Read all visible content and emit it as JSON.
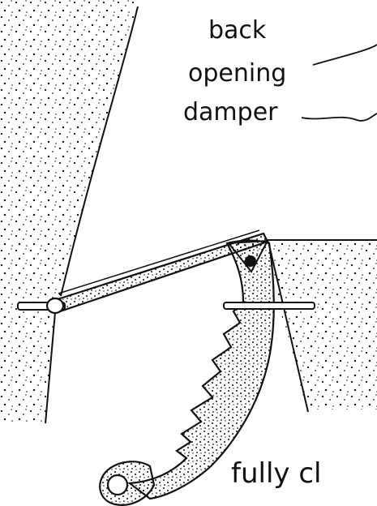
{
  "labels": {
    "title_line1": "back",
    "title_line2": "opening",
    "title_line3": "damper",
    "bottom_right": "fully cl"
  },
  "parts": {
    "left_wall": "left-wall-stipple",
    "right_wall": "right-wall-stipple",
    "damper_plate": "damper-plate",
    "hinge_pin_left": "hinge-pin-left",
    "hinge_pin_right": "hinge-pin-right",
    "notched_bar": "notched-damper-bar",
    "end_ring": "end-ring"
  },
  "colors": {
    "ink": "#111111",
    "paper": "#ffffff"
  }
}
